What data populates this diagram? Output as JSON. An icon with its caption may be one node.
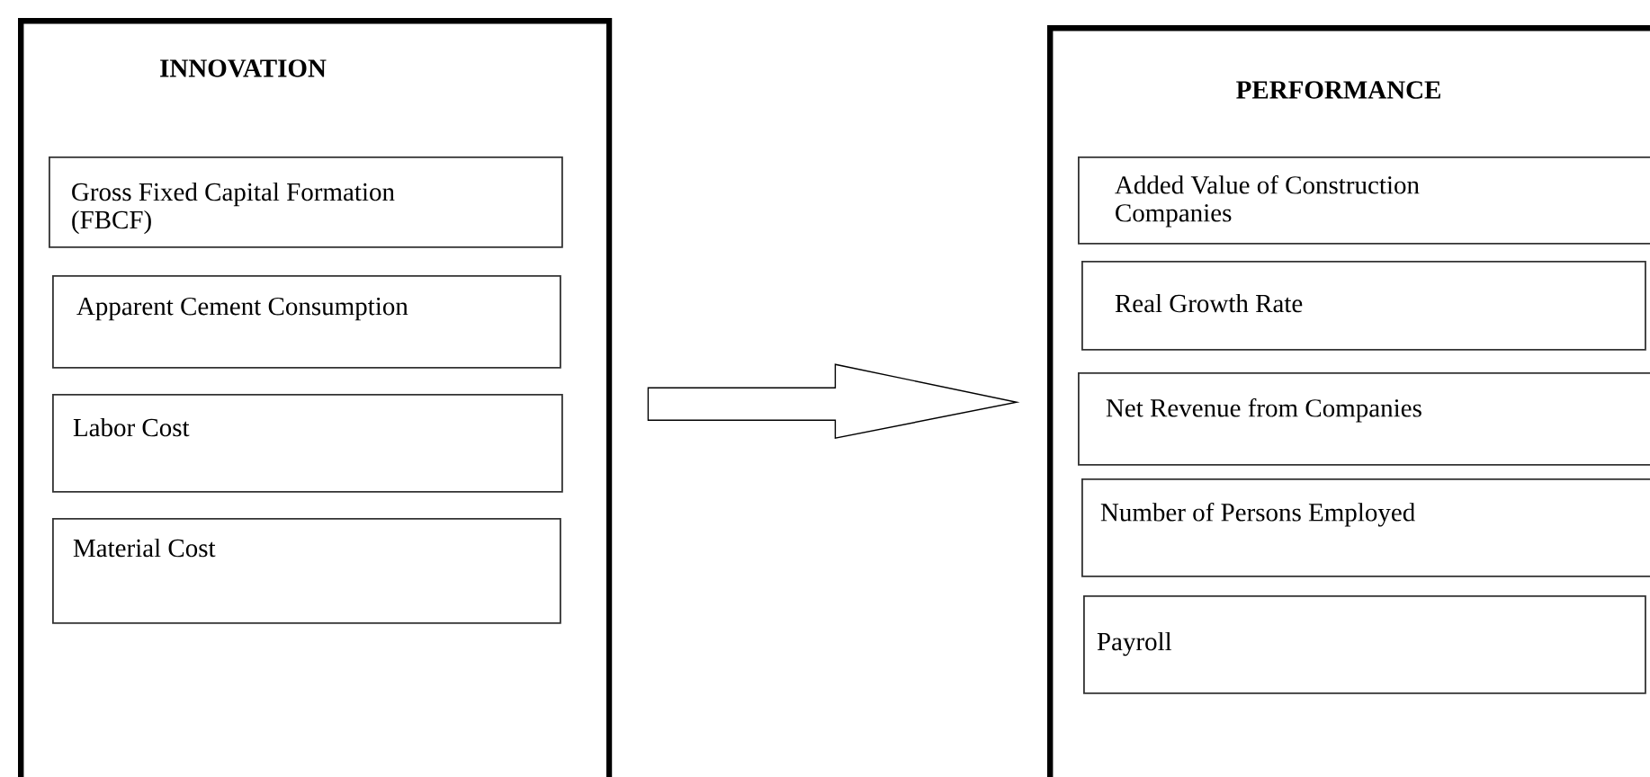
{
  "diagram": {
    "nodes": [
      {
        "text": [
          "INNOVATION"
        ]
      },
      {
        "text": [
          "Gross Fixed Capital Formation (FBCF)"
        ],
        "in": 0
      },
      {
        "text": [
          "Apparent Cement Consumption"
        ],
        "in": 0
      },
      {
        "text": [
          "Labor Cost"
        ],
        "in": 0
      },
      {
        "text": [
          "Material Cost"
        ],
        "in": 0
      },
      {
        "text": [
          "PERFORMANCE"
        ]
      },
      {
        "text": [
          "Added Value of Construction Companies"
        ],
        "in": 5
      },
      {
        "text": [
          "Real Growth Rate"
        ],
        "in": 5
      },
      {
        "text": [
          "Net Revenue from Companies"
        ],
        "in": 5
      },
      {
        "text": [
          "Number of Persons Employed"
        ],
        "in": 5
      },
      {
        "text": [
          "Payroll"
        ],
        "in": 5
      }
    ],
    "edges": [
      {
        "from": 0,
        "to": 5,
        "arrow": "to"
      }
    ]
  }
}
